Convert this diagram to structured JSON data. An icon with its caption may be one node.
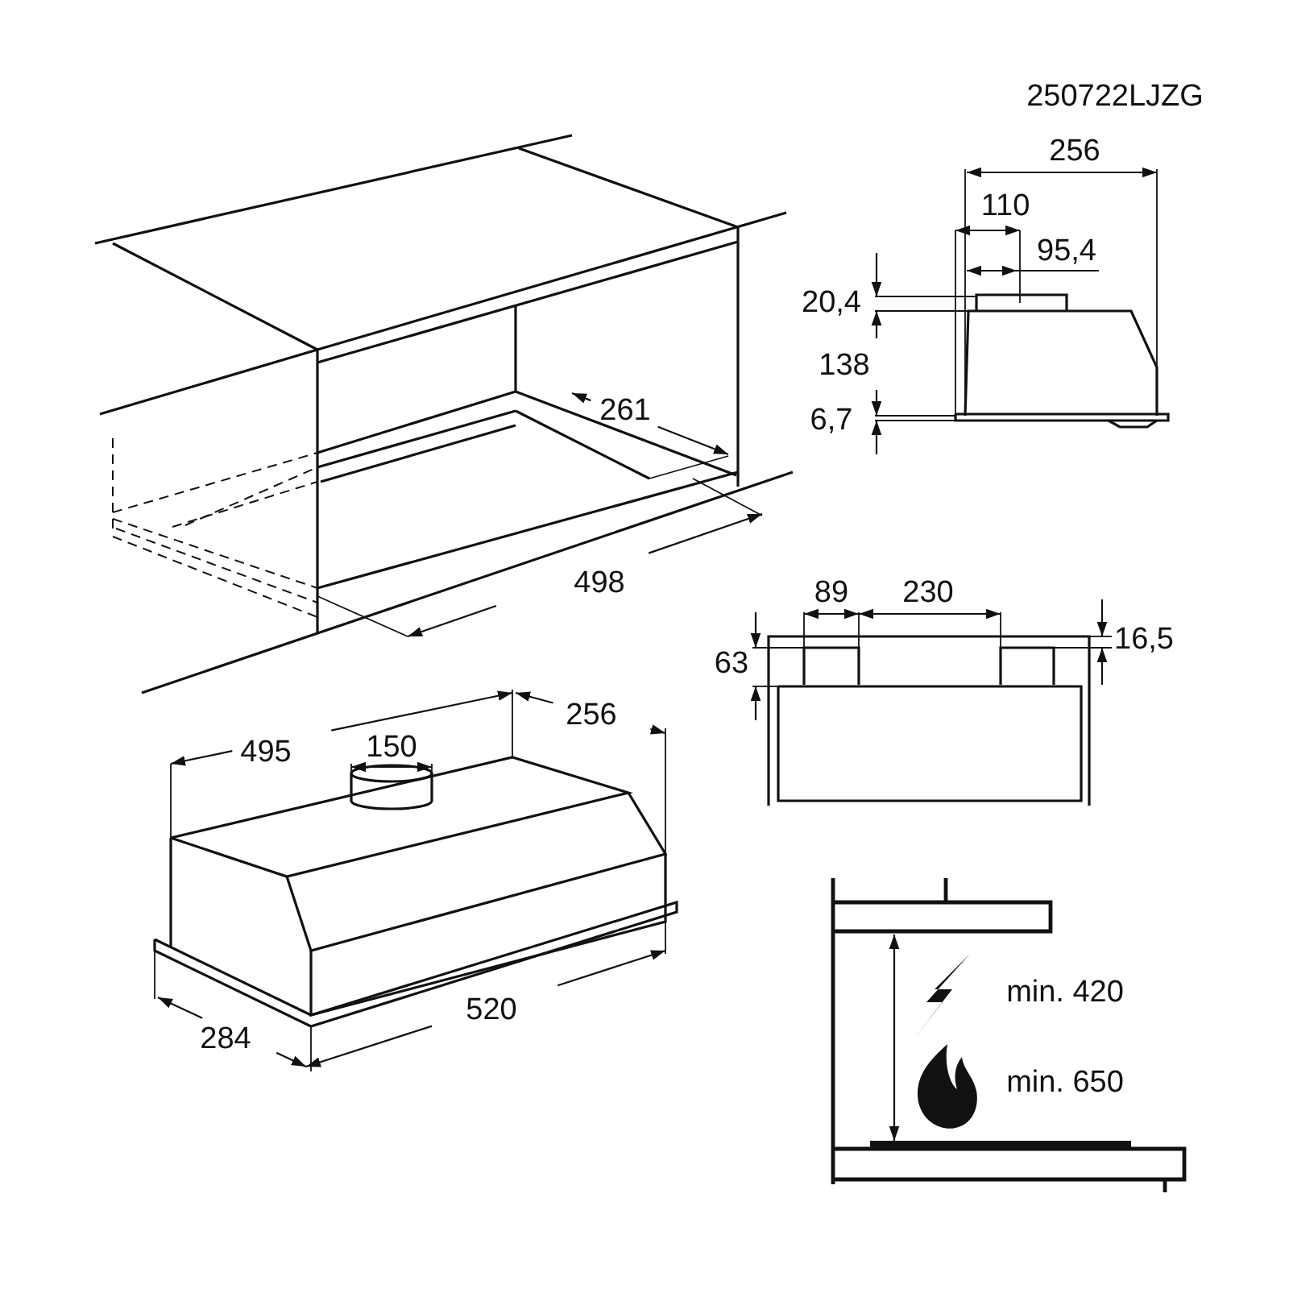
{
  "diagram": {
    "labels": [
      "250722LJZG",
      "256",
      "110",
      "95,4",
      "20,4",
      "138",
      "6,7",
      "261",
      "498",
      "89",
      "230",
      "16,5",
      "63",
      "495",
      "150",
      "256",
      "520",
      "284",
      "min. 420",
      "min. 650"
    ]
  }
}
